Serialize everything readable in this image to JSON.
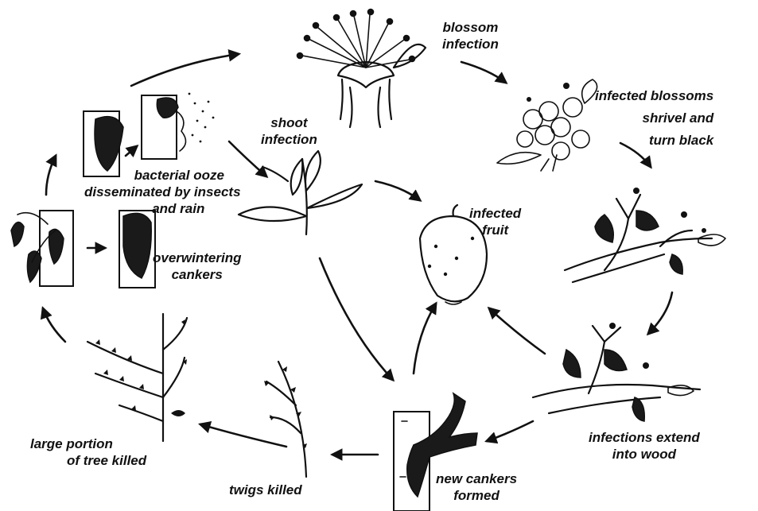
{
  "labels": {
    "blossom_infection": [
      "blossom",
      "infection"
    ],
    "infected_blossoms": [
      "infected blossoms",
      "shrivel and",
      "turn black"
    ],
    "shoot_infection": [
      "shoot",
      "infection"
    ],
    "infected_fruit": [
      "infected",
      "fruit"
    ],
    "bacterial_ooze": [
      "bacterial ooze",
      "disseminated by insects",
      "and rain"
    ],
    "overwintering_cankers": [
      "overwintering",
      "cankers"
    ],
    "infections_extend": [
      "infections extend",
      "into wood"
    ],
    "new_cankers": [
      "new cankers",
      "formed"
    ],
    "twigs_killed": [
      "twigs killed"
    ],
    "large_portion": [
      "large portion",
      "of tree killed"
    ]
  },
  "colors": {
    "ink": "#111111",
    "background": "#ffffff"
  }
}
